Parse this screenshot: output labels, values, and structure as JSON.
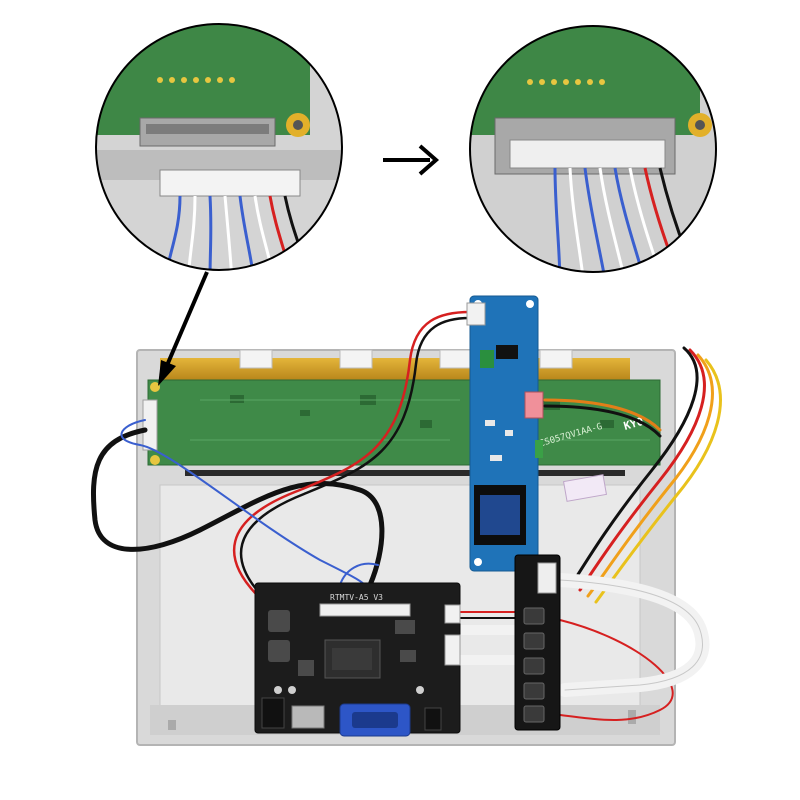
{
  "photo": {
    "silkscreen": {
      "driver_board_model": "RTMTV-A5 V3",
      "panel_model": "KCS057QV1AA-G",
      "panel_maker": "KYO"
    },
    "icons": {
      "step_arrow": "right-arrow-icon",
      "pointer": "pointer-arrow-icon"
    },
    "colors": {
      "lcd_frame": "#d9d9d9",
      "panel_pcb": "#3f8a48",
      "inverter_pcb": "#1f73b8",
      "driver_pcb": "#1c1c1c",
      "key_board": "#161616",
      "ribbon": "#f2f2f2",
      "wire_red": "#d62020",
      "wire_black": "#111111"
    }
  }
}
